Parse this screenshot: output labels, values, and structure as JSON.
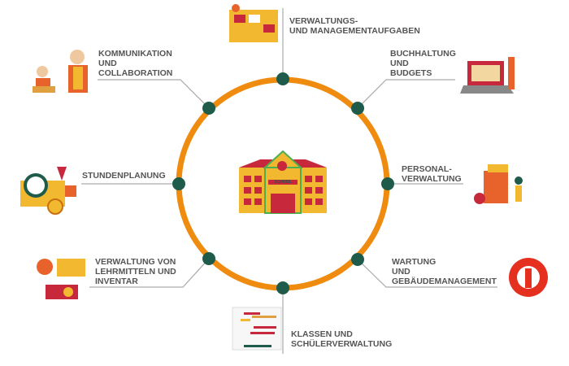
{
  "center": {
    "label": "SCHOOL"
  },
  "colors": {
    "ring": "#ef8c10",
    "node": "#1f5b4a",
    "line": "#aaaaaa",
    "text": "#555555"
  },
  "topics": [
    {
      "id": "verwaltung",
      "lines": [
        "VERWALTUNGS-",
        "UND MANAGEMENTAUFGABEN"
      ]
    },
    {
      "id": "buchhaltung",
      "lines": [
        "BUCHHALTUNG",
        "UND",
        "BUDGETS"
      ]
    },
    {
      "id": "personal",
      "lines": [
        "PERSONAL-",
        "VERWALTUNG"
      ]
    },
    {
      "id": "wartung",
      "lines": [
        "WARTUNG",
        "UND",
        "GEBÄUDEMANAGEMENT"
      ]
    },
    {
      "id": "klassen",
      "lines": [
        "KLASSEN UND",
        "SCHÜLERVERWALTUNG"
      ]
    },
    {
      "id": "lehrmittel",
      "lines": [
        "VERWALTUNG VON",
        "LEHRMITTELN UND",
        "INVENTAR"
      ]
    },
    {
      "id": "stunden",
      "lines": [
        "STUNDENPLANUNG"
      ]
    },
    {
      "id": "kommunikation",
      "lines": [
        "KOMMUNIKATION",
        "UND",
        "COLLABORATION"
      ]
    }
  ]
}
